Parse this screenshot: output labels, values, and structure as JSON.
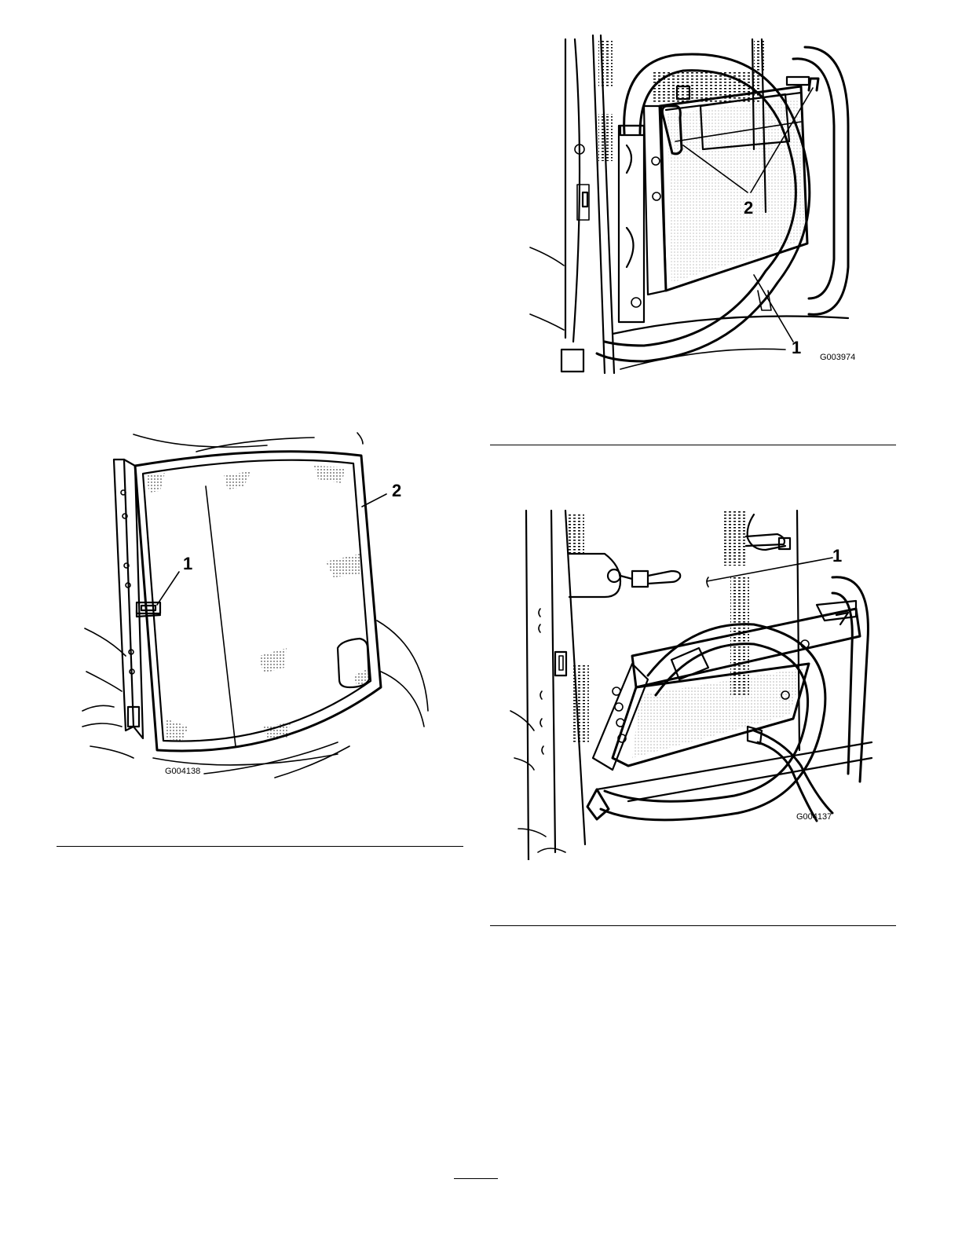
{
  "figures": [
    {
      "id": "figure-left",
      "image_code": "G004138",
      "callouts": [
        "1",
        "2"
      ]
    },
    {
      "id": "figure-top-right",
      "image_code": "G003974",
      "callouts": [
        "1",
        "2"
      ]
    },
    {
      "id": "figure-bottom-right",
      "image_code": "G004137",
      "callouts": [
        "1"
      ]
    }
  ]
}
